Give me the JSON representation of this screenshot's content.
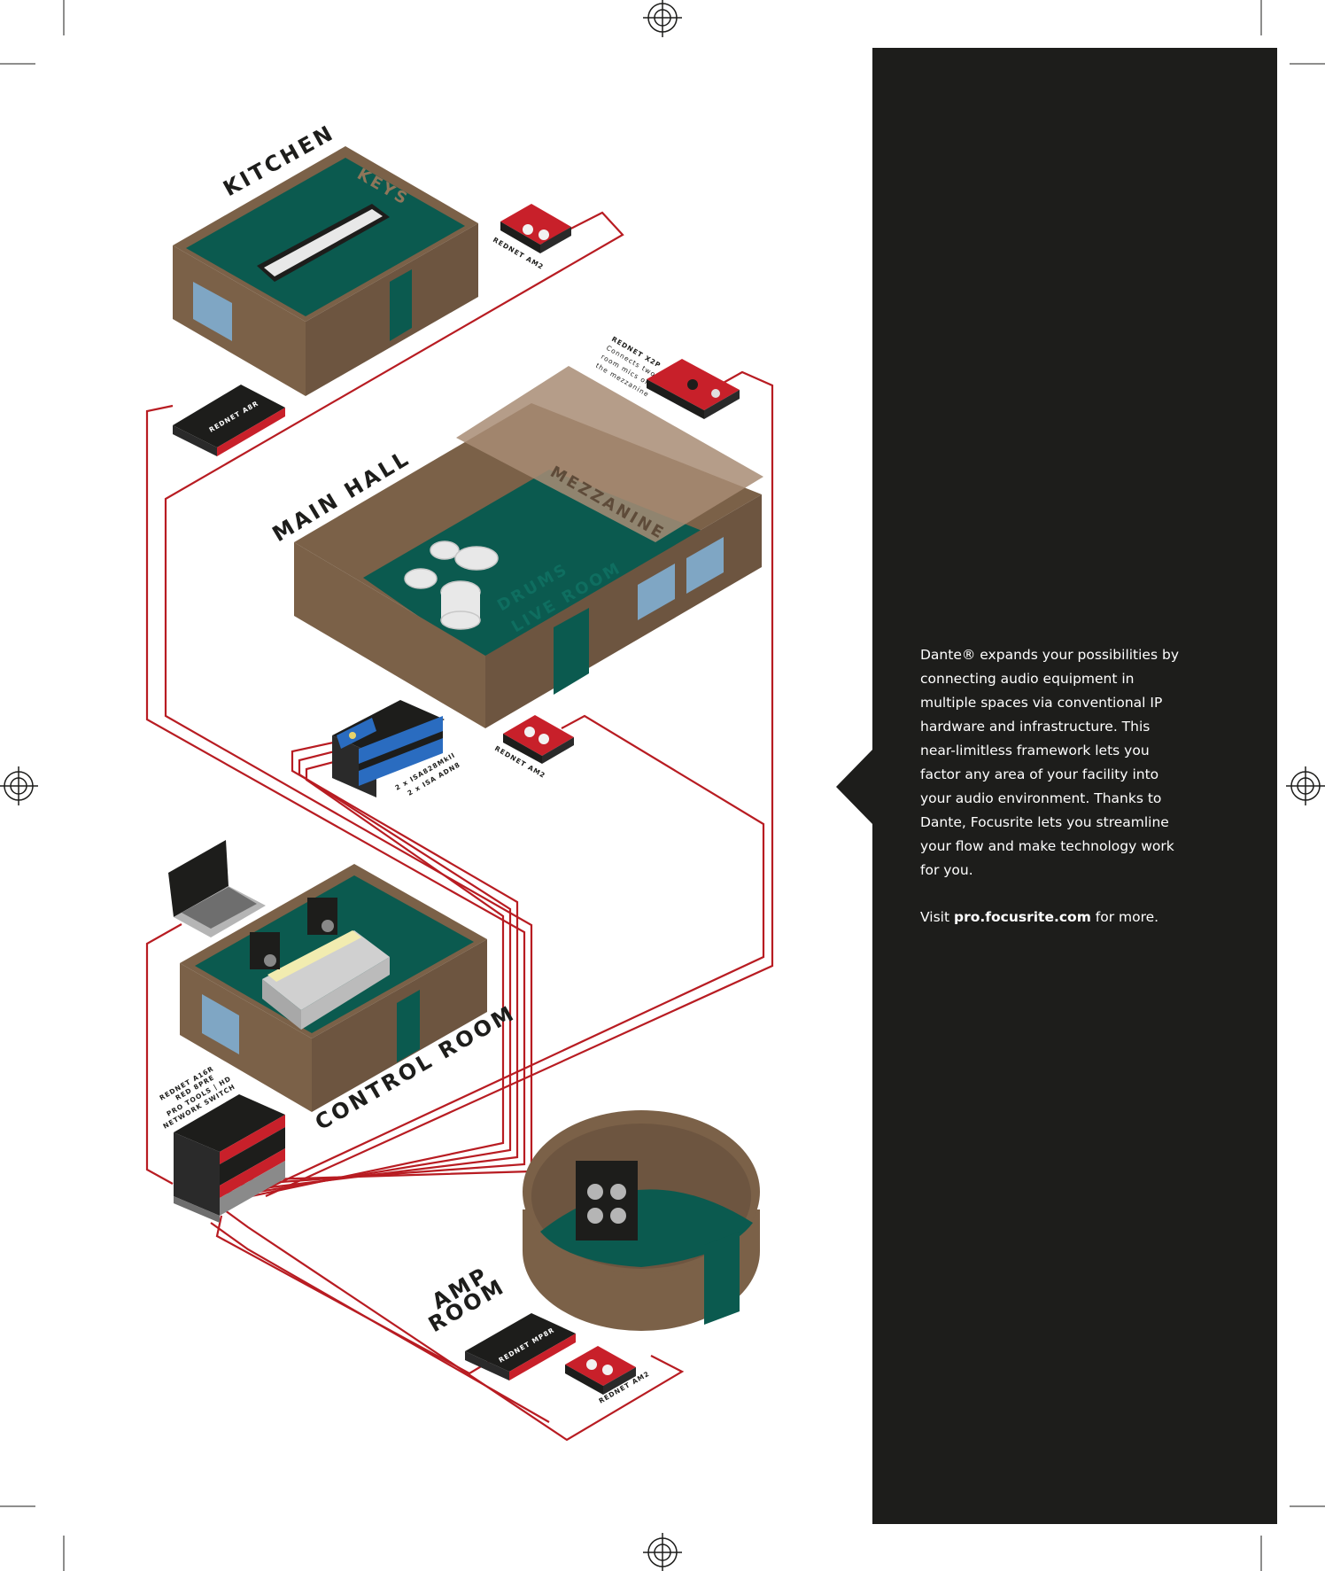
{
  "rooms": {
    "kitchen": "KITCHEN",
    "keys": "KEYS",
    "main_hall": "MAIN HALL",
    "mezzanine": "MEZZANINE",
    "drums": "DRUMS",
    "live_room": "LIVE ROOM",
    "control_room": "CONTROL ROOM",
    "amp_room_line1": "AMP",
    "amp_room_line2": "ROOM"
  },
  "devices": {
    "kitchen_am2": "REDNET AM2",
    "kitchen_a8r": "REDNET A8R",
    "x2p_line1": "REDNET X2P",
    "x2p_line2": "Connects two",
    "x2p_line3": "room mics on",
    "x2p_line4": "the mezzanine",
    "isa_line1": "2 x ISA828MkII",
    "isa_line2": "2 x ISA ADN8",
    "hall_am2": "REDNET AM2",
    "cr_line1": "REDNET A16R",
    "cr_line2": "RED 8PRE",
    "cr_line3": "PRO TOOLS | HD",
    "cr_line4": "NETWORK SWITCH",
    "amp_mp8r": "REDNET MP8R",
    "amp_am2": "REDNET AM2"
  },
  "panel": {
    "body": "Dante® expands your possibilities by connecting audio equipment in multiple spaces via conventional IP hardware and infrastructure. This near-limitless framework lets you factor any area of your facility into your audio environment. Thanks to Dante, Focusrite lets you streamline your flow and make technology work for you.",
    "visit_prefix": "Visit ",
    "visit_url": "pro.focusrite.com",
    "visit_suffix": " for more."
  },
  "colors": {
    "cable": "#b81c22",
    "wall": "#7b6148",
    "floor": "#0b5a4f",
    "panel": "#1d1d1b",
    "device_red": "#c8202a"
  }
}
